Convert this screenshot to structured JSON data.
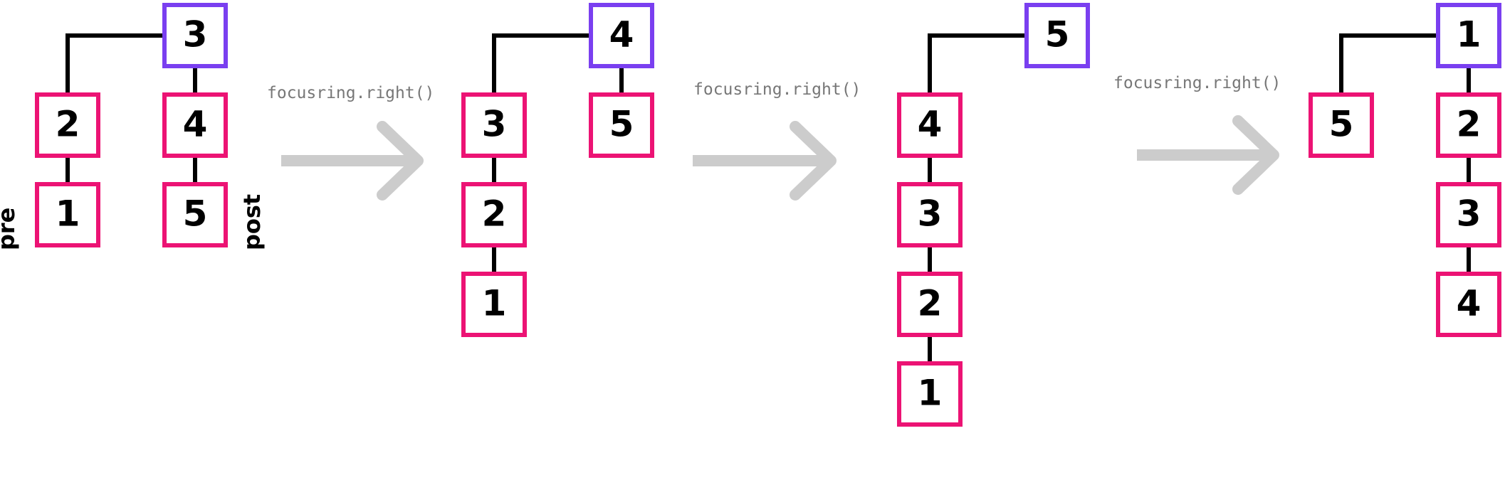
{
  "colors": {
    "focus_border": "#7a3ff0",
    "node_border": "#ec1374",
    "connector": "#000000",
    "arrow": "#cccccc",
    "label": "#777777",
    "background": "#ffffff"
  },
  "side_labels": {
    "pre": "pre",
    "post": "post"
  },
  "steps": [
    {
      "focus": "3",
      "pre": [
        "2",
        "1"
      ],
      "post": [
        "4",
        "5"
      ]
    },
    {
      "label": "focusring.right()",
      "focus": "4",
      "pre": [
        "3",
        "2",
        "1"
      ],
      "post": [
        "5"
      ]
    },
    {
      "label": "focusring.right()",
      "focus": "5",
      "pre": [
        "4",
        "3",
        "2",
        "1"
      ],
      "post": []
    },
    {
      "label": "focusring.right()",
      "focus": "1",
      "pre": [
        "5"
      ],
      "post": [
        "2",
        "3",
        "4"
      ]
    }
  ]
}
